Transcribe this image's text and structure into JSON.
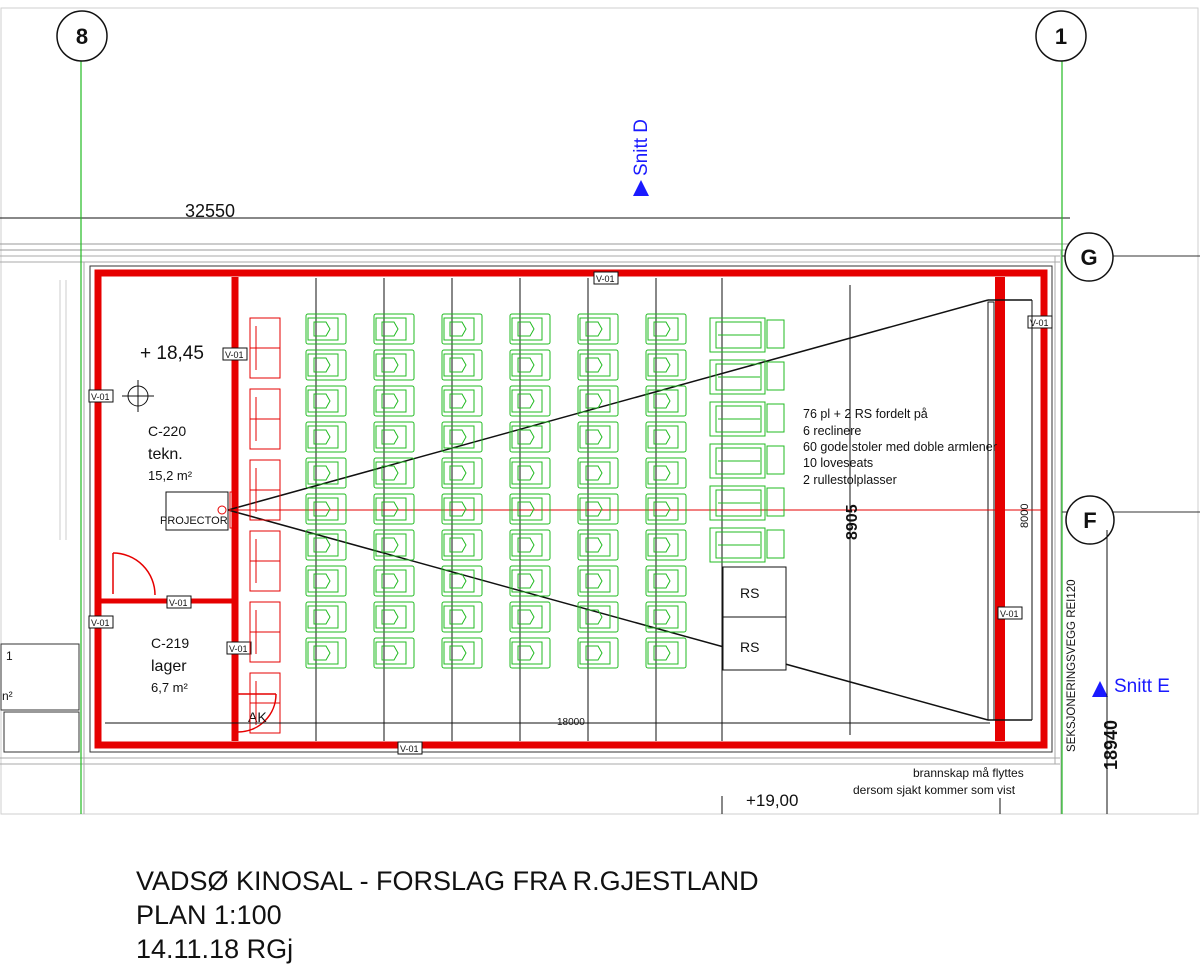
{
  "grid_labels": {
    "left": "8",
    "right": "1",
    "row_top": "G",
    "row_mid": "F"
  },
  "sections": {
    "d": "Snitt D",
    "e": "Snitt E"
  },
  "dimensions": {
    "overall_length": "32550",
    "room_width": "8905",
    "screen_width": "8000",
    "room_length": "18000",
    "outer": "18940"
  },
  "levels": {
    "upper": "+ 18,45",
    "lower": "+19,00"
  },
  "rooms": {
    "tech": {
      "number": "C-220",
      "name": "tekn.",
      "area": "15,2 m²"
    },
    "storage": {
      "number": "C-219",
      "name": "lager",
      "area": "6,7 m²"
    }
  },
  "labels": {
    "projector": "PROJECTOR",
    "ak": "AK",
    "rs": "RS",
    "wall_type": "V-01",
    "fire_wall": "SEKSJONERINGSVEGG REI120",
    "edge_num": "1",
    "edge_unit": "n²"
  },
  "seating_note": [
    "76 pl + 2 RS fordelt på",
    "6 reclinere",
    "60 gode stoler med doble armlener",
    "10 loveseats",
    "2 rullestolplasser"
  ],
  "fire_note": [
    "brannskap må flyttes",
    "dersom sjakt kommer som vist"
  ],
  "title_block": {
    "title": "VADSØ KINOSAL - FORSLAG FRA R.GJESTLAND",
    "scale": "PLAN 1:100",
    "date": "14.11.18 RGj"
  },
  "colors": {
    "wall": "#e60000",
    "seat": "#22bb22",
    "grid": "#22bb22",
    "section": "#1a1aff"
  }
}
